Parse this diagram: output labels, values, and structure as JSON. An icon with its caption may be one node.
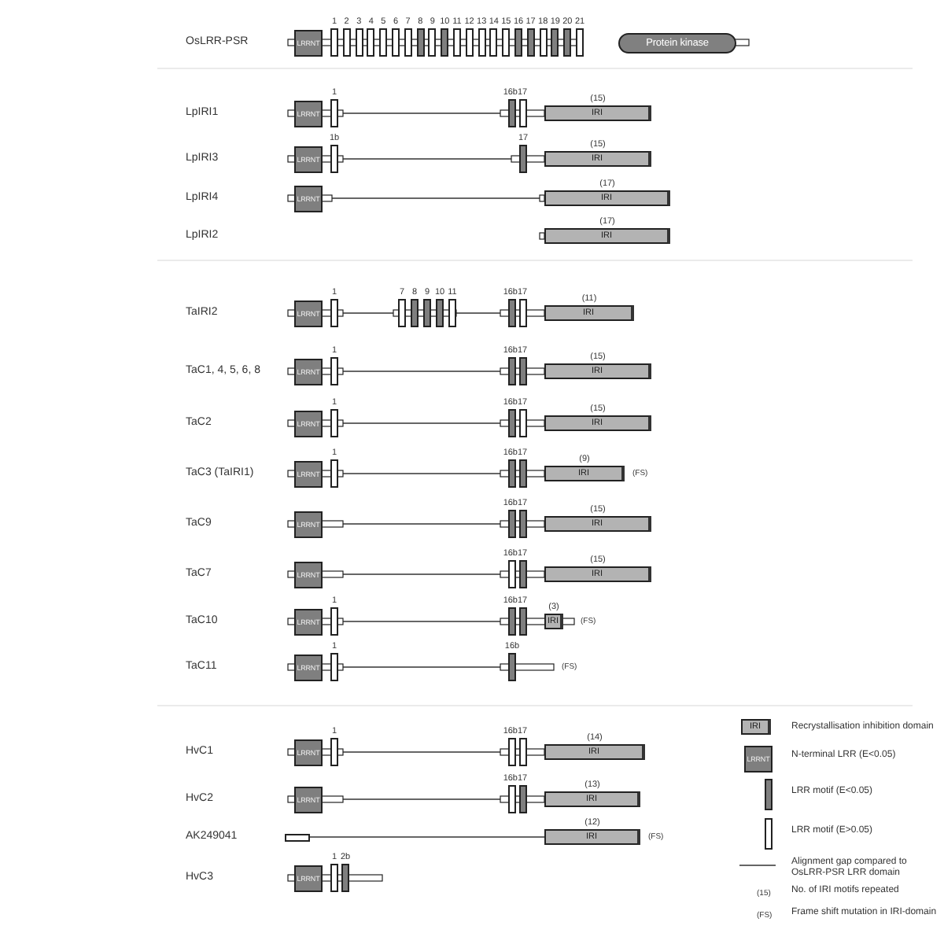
{
  "diagram": {
    "nodes": [
      {
        "text": [
          "LRRNT"
        ]
      },
      {
        "text": [
          "1"
        ]
      },
      {
        "text": [
          "2"
        ]
      },
      {
        "text": [
          "3"
        ]
      },
      {
        "text": [
          "4"
        ]
      },
      {
        "text": [
          "5"
        ]
      },
      {
        "text": [
          "6"
        ]
      },
      {
        "text": [
          "7"
        ]
      },
      {
        "text": [
          "8"
        ]
      },
      {
        "text": [
          "9"
        ]
      },
      {
        "text": [
          "10"
        ]
      },
      {
        "text": [
          "11"
        ]
      },
      {
        "text": [
          "12"
        ]
      },
      {
        "text": [
          "13"
        ]
      },
      {
        "text": [
          "14"
        ]
      },
      {
        "text": [
          "15"
        ]
      },
      {
        "text": [
          "16"
        ]
      },
      {
        "text": [
          "17"
        ]
      },
      {
        "text": [
          "18"
        ]
      },
      {
        "text": [
          "19"
        ]
      },
      {
        "text": [
          "20"
        ]
      },
      {
        "text": [
          "21"
        ]
      },
      {
        "text": [
          "Protein kinase"
        ]
      },
      {
        "text": [
          "LRRNT"
        ]
      },
      {
        "text": [
          "1"
        ]
      },
      {
        "text": [
          "16b"
        ]
      },
      {
        "text": [
          "17"
        ]
      },
      {
        "text": [
          "(15)",
          "IRI"
        ]
      },
      {
        "text": [
          "LRRNT"
        ]
      },
      {
        "text": [
          "1b"
        ]
      },
      {
        "text": [
          "17"
        ]
      },
      {
        "text": [
          "(15)",
          "IRI"
        ]
      },
      {
        "text": [
          "LRRNT"
        ]
      },
      {
        "text": [
          "(17)",
          "IRI"
        ]
      },
      {
        "text": [
          "(17)",
          "IRI"
        ]
      },
      {
        "text": [
          "LRRNT"
        ]
      },
      {
        "text": [
          "1"
        ]
      },
      {
        "text": [
          "7"
        ]
      },
      {
        "text": [
          "8"
        ]
      },
      {
        "text": [
          "9"
        ]
      },
      {
        "text": [
          "10"
        ]
      },
      {
        "text": [
          "11"
        ]
      },
      {
        "text": [
          "16b"
        ]
      },
      {
        "text": [
          "17"
        ]
      },
      {
        "text": [
          "(11)",
          "IRI"
        ]
      },
      {
        "text": [
          "LRRNT"
        ]
      },
      {
        "text": [
          "1"
        ]
      },
      {
        "text": [
          "16b"
        ]
      },
      {
        "text": [
          "17"
        ]
      },
      {
        "text": [
          "(15)",
          "IRI"
        ]
      },
      {
        "text": [
          "LRRNT"
        ]
      },
      {
        "text": [
          "1"
        ]
      },
      {
        "text": [
          "16b"
        ]
      },
      {
        "text": [
          "17"
        ]
      },
      {
        "text": [
          "(15)",
          "IRI"
        ]
      },
      {
        "text": [
          "LRRNT"
        ]
      },
      {
        "text": [
          "1"
        ]
      },
      {
        "text": [
          "16b"
        ]
      },
      {
        "text": [
          "17"
        ]
      },
      {
        "text": [
          "(9)",
          "IRI"
        ],
        "beside": [
          "(FS)"
        ]
      },
      {
        "text": [
          "LRRNT"
        ]
      },
      {
        "text": [
          "16b"
        ]
      },
      {
        "text": [
          "17"
        ]
      },
      {
        "text": [
          "(15)",
          "IRI"
        ]
      },
      {
        "text": [
          "LRRNT"
        ]
      },
      {
        "text": [
          "16b"
        ]
      },
      {
        "text": [
          "17"
        ]
      },
      {
        "text": [
          "(15)",
          "IRI"
        ]
      },
      {
        "text": [
          "LRRNT"
        ]
      },
      {
        "text": [
          "1"
        ]
      },
      {
        "text": [
          "16b"
        ]
      },
      {
        "text": [
          "17"
        ]
      },
      {
        "text": [
          "(3)",
          "IRI"
        ],
        "beside": [
          "(FS)"
        ]
      },
      {
        "text": [
          "LRRNT"
        ]
      },
      {
        "text": [
          "1"
        ]
      },
      {
        "text": [
          "16b"
        ]
      },
      {
        "text": [
          "LRRNT"
        ]
      },
      {
        "text": [
          "1"
        ]
      },
      {
        "text": [
          "16b"
        ]
      },
      {
        "text": [
          "17"
        ]
      },
      {
        "text": [
          "(14)",
          "IRI"
        ]
      },
      {
        "text": [
          "LRRNT"
        ]
      },
      {
        "text": [
          "16b"
        ]
      },
      {
        "text": [
          "17"
        ]
      },
      {
        "text": [
          "(13)",
          "IRI"
        ]
      },
      {
        "text": [],
        "shape": "bar"
      },
      {
        "text": [
          "(12)",
          "IRI"
        ],
        "beside": [
          "(FS)"
        ]
      },
      {
        "text": [
          "LRRNT"
        ]
      },
      {
        "text": [
          "1"
        ]
      },
      {
        "text": [
          "2b"
        ]
      },
      {
        "text": [
          "IRI"
        ]
      },
      {
        "text": [
          "LRRNT"
        ]
      }
    ],
    "edges": [
      {
        "from": 24,
        "to": 25,
        "arrow": "none"
      },
      {
        "from": 29,
        "to": 30,
        "arrow": "none"
      },
      {
        "from": 32,
        "to": 33,
        "arrow": "none"
      },
      {
        "from": 36,
        "to": 37,
        "arrow": "none"
      },
      {
        "from": 41,
        "to": 42,
        "arrow": "none"
      },
      {
        "from": 46,
        "to": 47,
        "arrow": "none"
      },
      {
        "from": 51,
        "to": 52,
        "arrow": "none"
      },
      {
        "from": 56,
        "to": 57,
        "arrow": "none"
      },
      {
        "from": 60,
        "to": 61,
        "arrow": "none"
      },
      {
        "from": 64,
        "to": 65,
        "arrow": "none"
      },
      {
        "from": 69,
        "to": 70,
        "arrow": "none"
      },
      {
        "from": 74,
        "to": 75,
        "arrow": "none"
      },
      {
        "from": 77,
        "to": 78,
        "arrow": "none"
      },
      {
        "from": 81,
        "to": 82,
        "arrow": "none"
      },
      {
        "from": 85,
        "to": 86,
        "arrow": "none"
      }
    ],
    "labels": [
      "OsLRR-PSR",
      "LpIRI1",
      "LpIRI3",
      "LpIRI4",
      "LpIRI2",
      "TaIRI2",
      "TaC1, 4, 5, 6, 8",
      "TaC2",
      "TaC3 (TaIRI1)",
      "TaC9",
      "TaC7",
      "TaC10",
      "TaC11",
      "(FS)",
      "HvC1",
      "HvC2",
      "AK249041",
      "HvC3",
      "(15)",
      "(FS)"
    ],
    "legend": [
      {
        "text": "Recrystallisation inhibition domain"
      },
      {
        "text": "N-terminal LRR (E<0.05)"
      },
      {
        "text": "LRR motif (E<0.05)",
        "color": "#7f7f7f"
      },
      {
        "text": "LRR motif (E>0.05)",
        "color": "#ffffff"
      },
      {
        "text": "Alignment gap compared to OsLRR-PSR LRR domain"
      },
      {
        "text": "No. of IRI motifs repeated"
      },
      {
        "text": "Frame shift mutation in IRI-domain"
      }
    ]
  }
}
